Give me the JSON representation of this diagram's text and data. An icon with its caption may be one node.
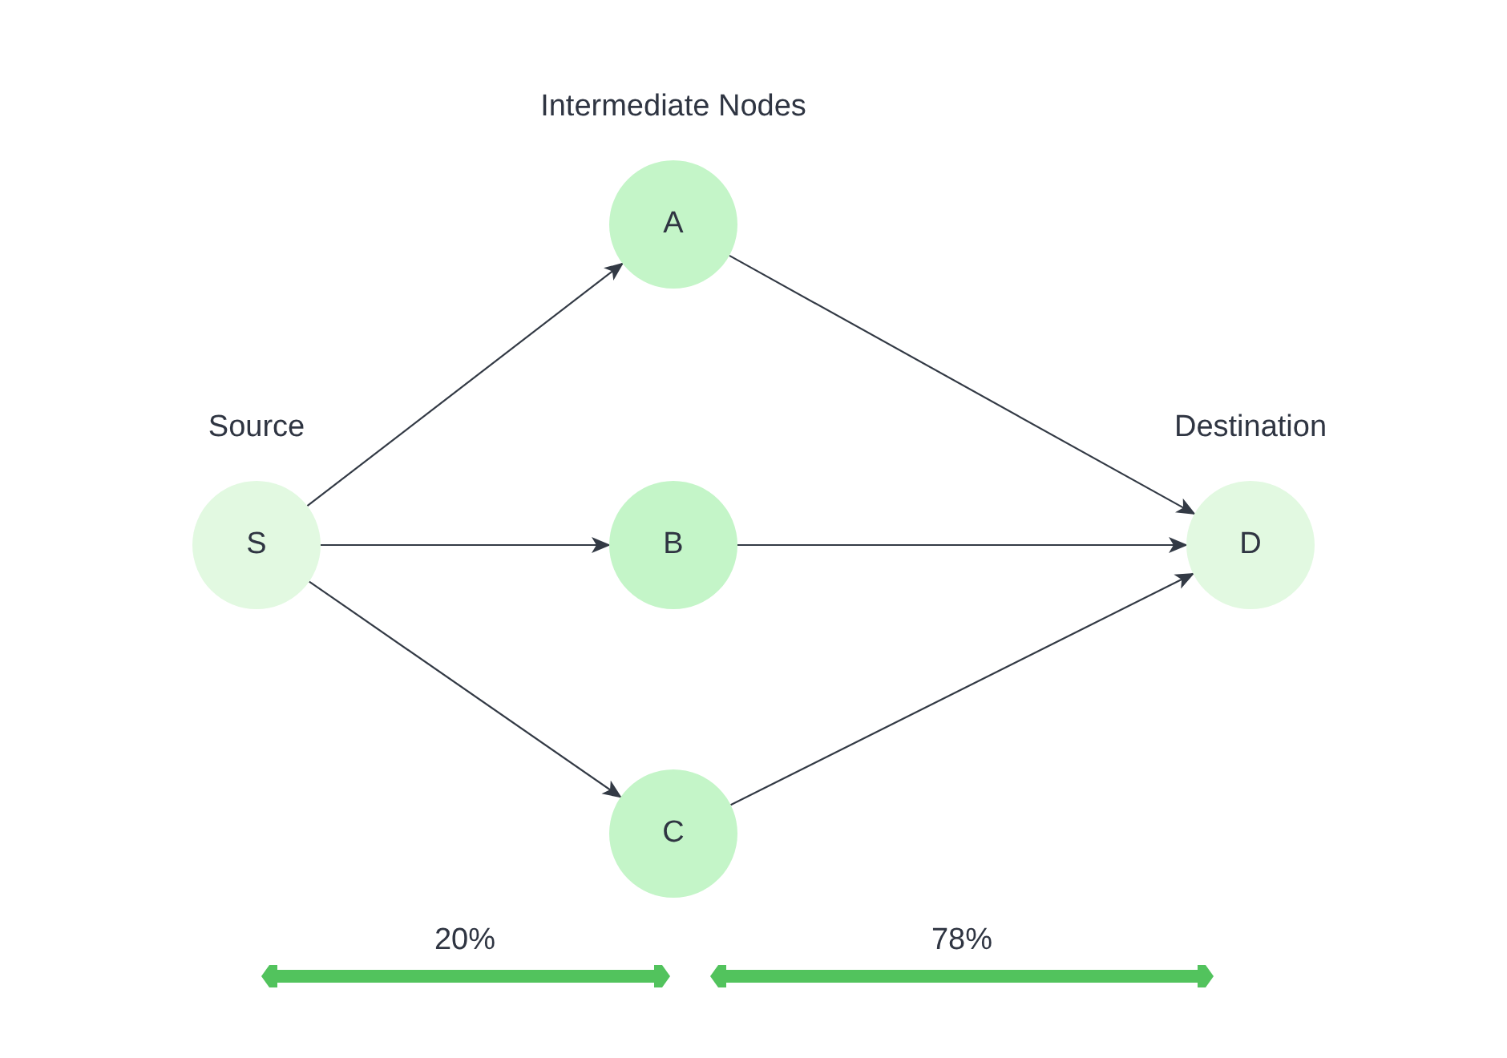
{
  "diagram": {
    "nodes": [
      {
        "text": [
          "S"
        ],
        "beside": [
          "Source"
        ]
      },
      {
        "text": [
          "A"
        ],
        "beside": [
          "Intermediate Nodes"
        ]
      },
      {
        "text": [
          "B"
        ]
      },
      {
        "text": [
          "C"
        ]
      },
      {
        "text": [
          "D"
        ],
        "beside": [
          "Destination"
        ]
      }
    ],
    "edges": [
      {
        "from": 0,
        "to": 1,
        "arrow": "to"
      },
      {
        "from": 0,
        "to": 2,
        "arrow": "to"
      },
      {
        "from": 0,
        "to": 3,
        "arrow": "to"
      },
      {
        "from": 1,
        "to": 4,
        "arrow": "to"
      },
      {
        "from": 2,
        "to": 4,
        "arrow": "to"
      },
      {
        "from": 3,
        "to": 4,
        "arrow": "to"
      }
    ],
    "labels": [
      "20%",
      "78%"
    ]
  }
}
